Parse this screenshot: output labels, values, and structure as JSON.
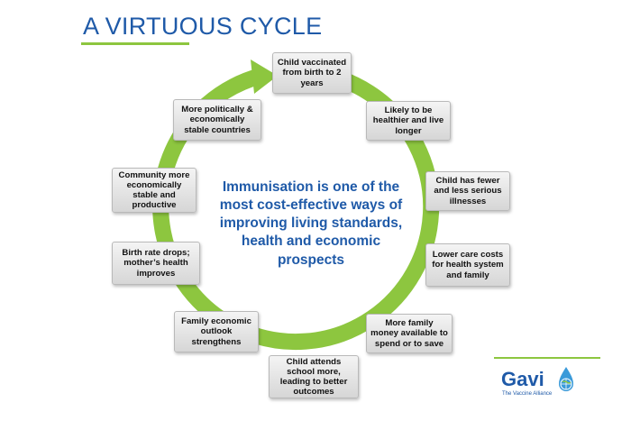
{
  "title": "A VIRTUOUS CYCLE",
  "center_text": "Immunisation is one of the most cost-effective ways of improving living standards, health and economic prospects",
  "nodes": [
    "Child vaccinated from birth to 2 years",
    "Likely to be healthier and live longer",
    "Child has fewer and less serious illnesses",
    "Lower care costs for health system and family",
    "More family money available to spend or to save",
    "Child attends school more, leading to better outcomes",
    "Family economic outlook strengthens",
    "Birth rate drops; mother’s health improves",
    "Community more economically stable and productive",
    "More politically & economically stable countries"
  ],
  "logo": {
    "name": "Gavi",
    "tagline": "The Vaccine Alliance"
  },
  "colors": {
    "title": "#1f5aa8",
    "ring": "#8dc63f",
    "center_text": "#1f5aa8"
  }
}
